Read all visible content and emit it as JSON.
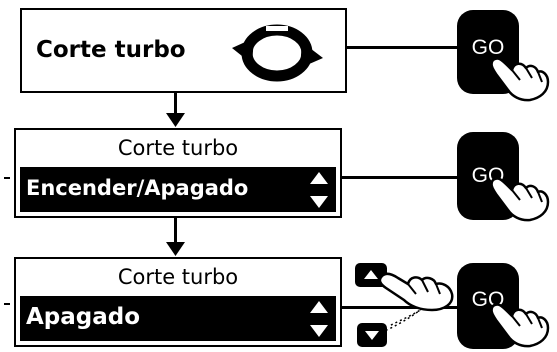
{
  "panel_1": {
    "label": "Corte turbo",
    "icon": "turbo-cut-icon"
  },
  "panel_2": {
    "title": "Corte turbo",
    "value": "Encender/Apagado",
    "icon": "up-down-arrows-icon"
  },
  "panel_3": {
    "title": "Corte turbo",
    "value": "Apagado",
    "icon": "up-down-arrows-icon"
  },
  "buttons": {
    "go_1": "GO",
    "go_2": "GO",
    "go_3": "GO"
  },
  "icons": {
    "hand": "pointing-hand-icon",
    "up_key": "up-key-icon",
    "down_key": "down-key-icon"
  },
  "colors": {
    "ink": "#000000",
    "background": "#ffffff"
  }
}
